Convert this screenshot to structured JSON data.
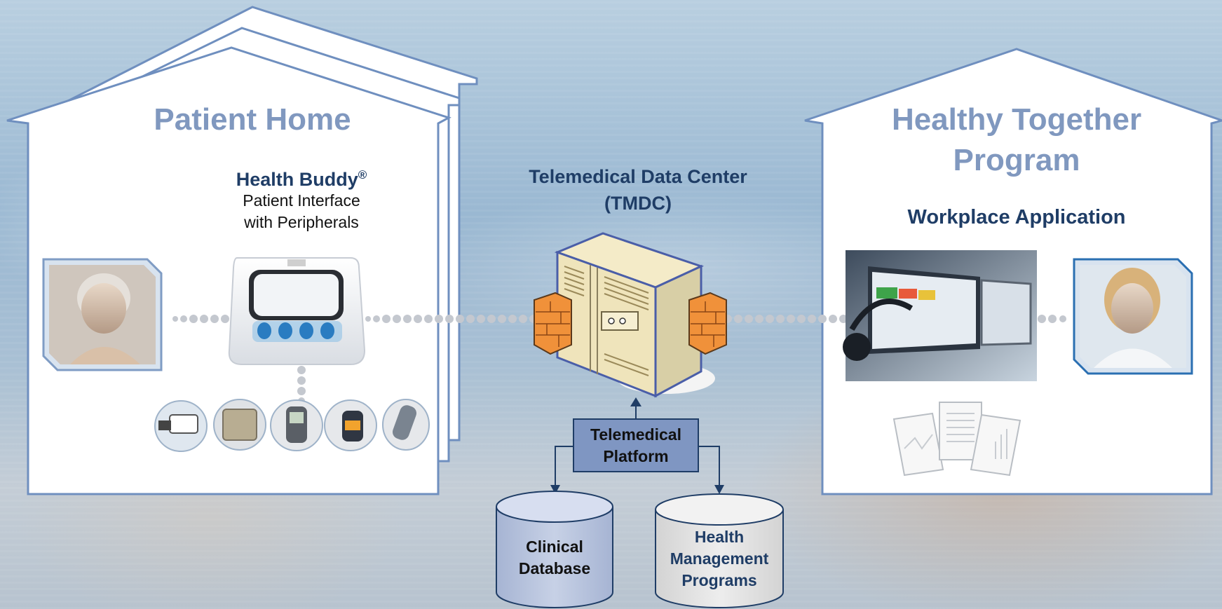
{
  "patient_home": {
    "title": "Patient Home",
    "device_name": "Health Buddy",
    "device_mark": "®",
    "device_line1": "Patient Interface",
    "device_line2": "with Peripherals"
  },
  "tmdc": {
    "title_line1": "Telemedical Data Center",
    "title_line2": "(TMDC)"
  },
  "platform": {
    "line1": "Telemedical",
    "line2": "Platform"
  },
  "databases": {
    "clinical_line1": "Clinical",
    "clinical_line2": "Database",
    "health_line1": "Health",
    "health_line2": "Management",
    "health_line3": "Programs"
  },
  "healthy_together": {
    "title_line1": "Healthy Together",
    "title_line2": "Program",
    "subtitle": "Workplace Application"
  },
  "icons": [
    "elderly-patient-photo",
    "health-buddy-device",
    "blood-pressure-monitor-icon",
    "scale-icon",
    "glucose-meter-icon",
    "pulse-oximeter-icon",
    "peak-flow-meter-icon",
    "server-icon",
    "firewall-icon",
    "database-icon",
    "workstation-photo",
    "doctor-photo",
    "reports-icon"
  ],
  "colors": {
    "title_light_blue": "#8098bf",
    "heading_dark_blue": "#1f3d66",
    "house_border": "#6f8fbf",
    "platform_fill": "#7f96c2",
    "firewall_orange": "#f0913a"
  }
}
